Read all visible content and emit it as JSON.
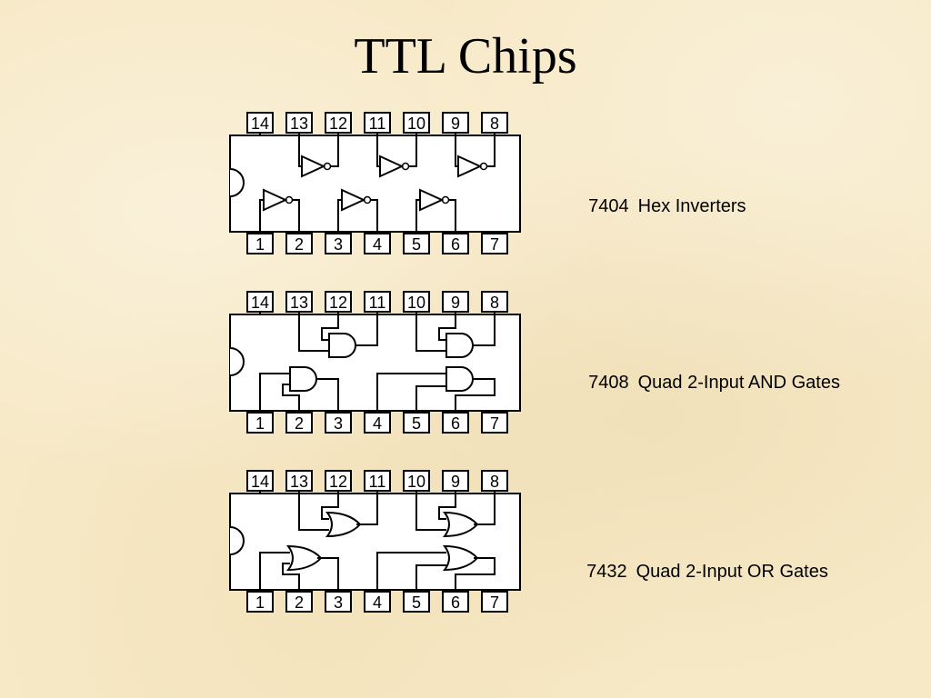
{
  "slide": {
    "title": "TTL Chips"
  },
  "pins": {
    "top": [
      "14",
      "13",
      "12",
      "11",
      "10",
      "9",
      "8"
    ],
    "bottom": [
      "1",
      "2",
      "3",
      "4",
      "5",
      "6",
      "7"
    ]
  },
  "chips": [
    {
      "part": "7404",
      "description": "Hex Inverters",
      "gate_type": "inverter"
    },
    {
      "part": "7408",
      "description": "Quad 2-Input AND Gates",
      "gate_type": "and"
    },
    {
      "part": "7432",
      "description": "Quad 2-Input OR Gates",
      "gate_type": "or"
    }
  ]
}
